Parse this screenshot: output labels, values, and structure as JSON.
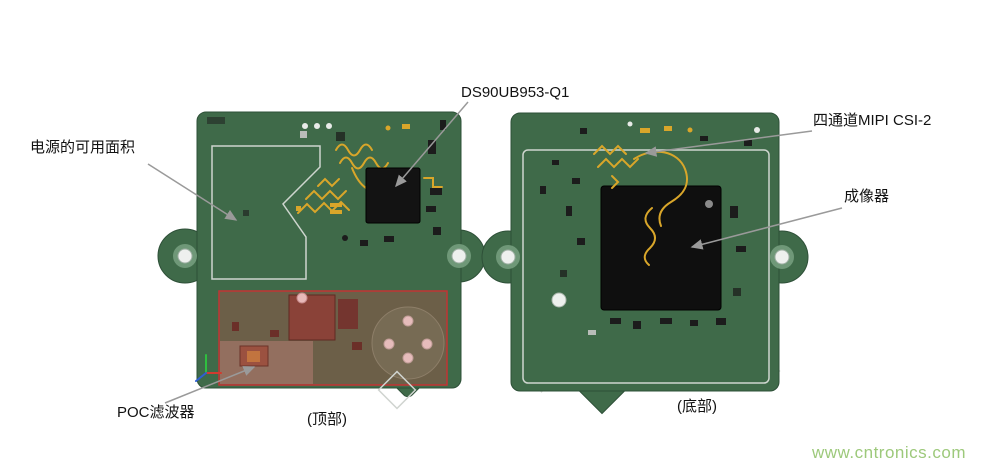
{
  "annotations": {
    "serializer": {
      "label": "DS90UB953-Q1"
    },
    "power_area": {
      "label": "电源的可用面积"
    },
    "mipi": {
      "label": "四通道MIPI CSI-2"
    },
    "imager": {
      "label": "成像器"
    },
    "poc_filter": {
      "label": "POC滤波器"
    },
    "top_caption": {
      "label": "(顶部)"
    },
    "bottom_caption": {
      "label": "(底部)"
    }
  },
  "watermark": {
    "text": "www.cntronics.com"
  },
  "colors": {
    "pcb_green": "#3f6a49",
    "pcb_green_dark": "#2e5038",
    "pad_green_light": "#4f7d5b",
    "hole_ring_green": "#6f9878",
    "trace_gold": "#d9a62a",
    "chip_black": "#131313",
    "highlight_red_fill": "rgba(206,70,70,0.32)",
    "highlight_red_stroke": "#c23434",
    "outline_silver": "#d6dbd6",
    "leader_gray": "#9a9a9a",
    "watermark_green": "#9dc97b"
  }
}
